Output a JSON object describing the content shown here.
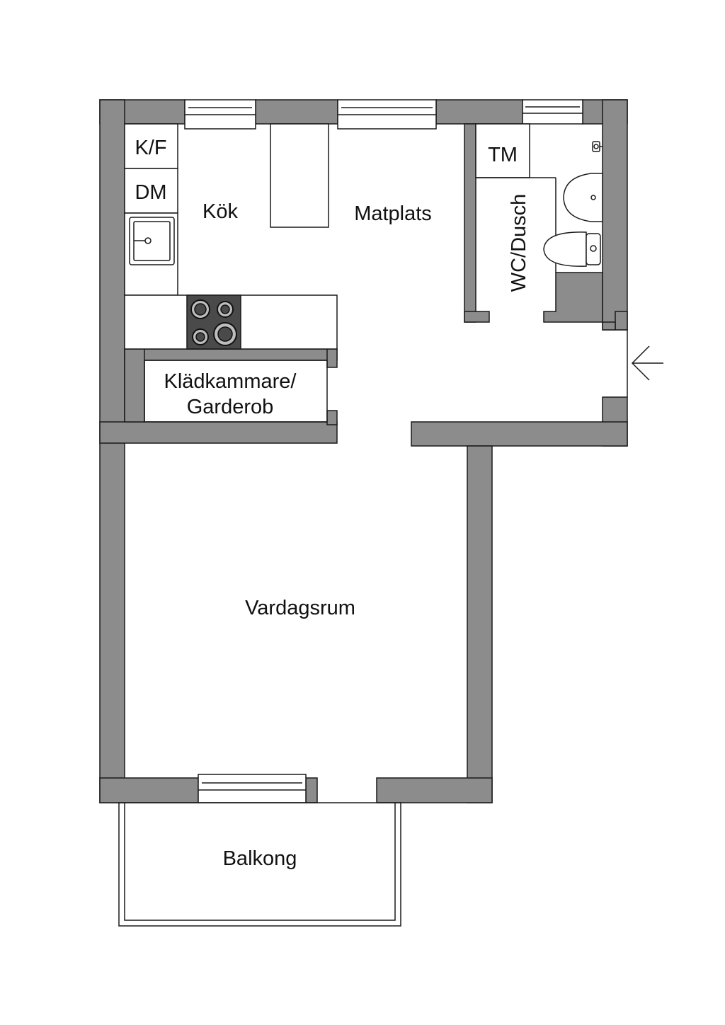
{
  "plan": {
    "rooms": {
      "kok": "Kök",
      "matplats": "Matplats",
      "wc_dusch": "WC/Dusch",
      "kladkammare_line1": "Klädkammare/",
      "kladkammare_line2": "Garderob",
      "vardagsrum": "Vardagsrum",
      "balkong": "Balkong"
    },
    "fixtures": {
      "kf": "K/F",
      "dm": "DM",
      "tm": "TM"
    },
    "colors": {
      "wall": "#8c8c8c",
      "stove": "#4a4a4a",
      "line": "#1a1a1a"
    }
  }
}
